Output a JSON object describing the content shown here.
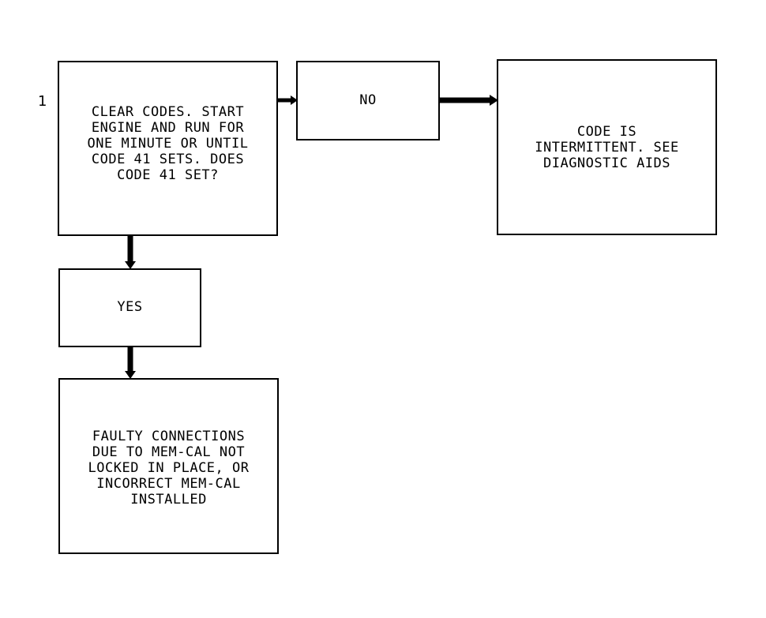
{
  "step_number": "1",
  "boxes": {
    "question": "CLEAR CODES. START\nENGINE AND RUN FOR\nONE MINUTE OR UNTIL\nCODE 41 SETS. DOES\nCODE 41 SET?",
    "no": "NO",
    "intermittent": "CODE IS\nINTERMITTENT. SEE\nDIAGNOSTIC AIDS",
    "yes": "YES",
    "result": "FAULTY CONNECTIONS\nDUE TO MEM-CAL NOT\nLOCKED IN PLACE, OR\nINCORRECT MEM-CAL\nINSTALLED"
  }
}
